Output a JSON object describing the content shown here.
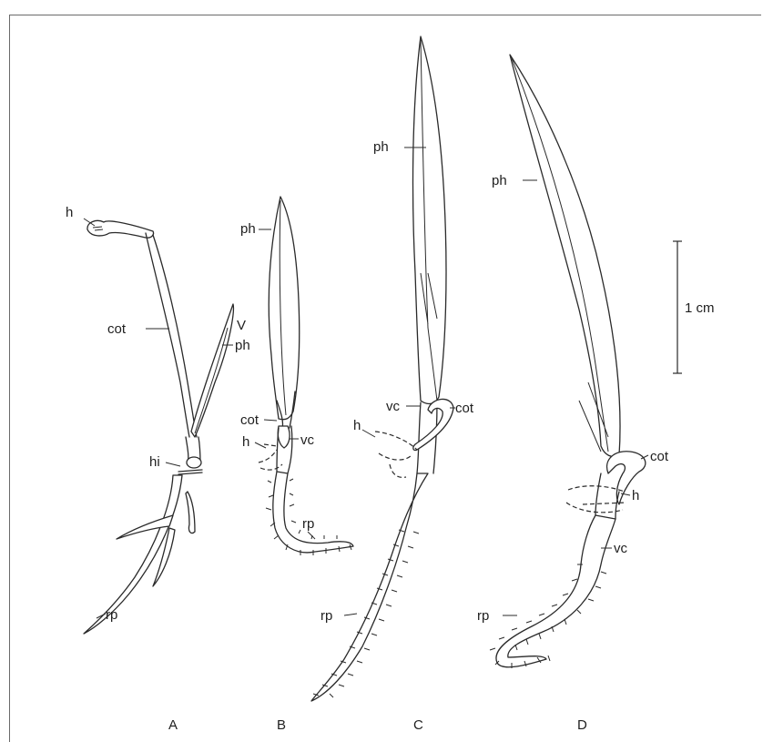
{
  "figure": {
    "panels": [
      {
        "id": "A",
        "label": "A",
        "parts": {
          "h": "h",
          "cot": "cot",
          "v": "V",
          "ph": "ph",
          "hi": "hi",
          "rp": "rp"
        }
      },
      {
        "id": "B",
        "label": "B",
        "parts": {
          "ph": "ph",
          "cot": "cot",
          "h": "h",
          "vc": "vc",
          "rp": "rp"
        }
      },
      {
        "id": "C",
        "label": "C",
        "parts": {
          "ph": "ph",
          "vc": "vc",
          "cot": "cot",
          "h": "h",
          "rp": "rp"
        }
      },
      {
        "id": "D",
        "label": "D",
        "parts": {
          "ph": "ph",
          "cot": "cot",
          "h": "h",
          "vc": "vc",
          "rp": "rp"
        }
      }
    ],
    "scale_bar": {
      "label": "1 cm"
    },
    "colors": {
      "ink": "#2a2a2a",
      "frame": "#6a6a6a",
      "background": "#ffffff"
    }
  }
}
